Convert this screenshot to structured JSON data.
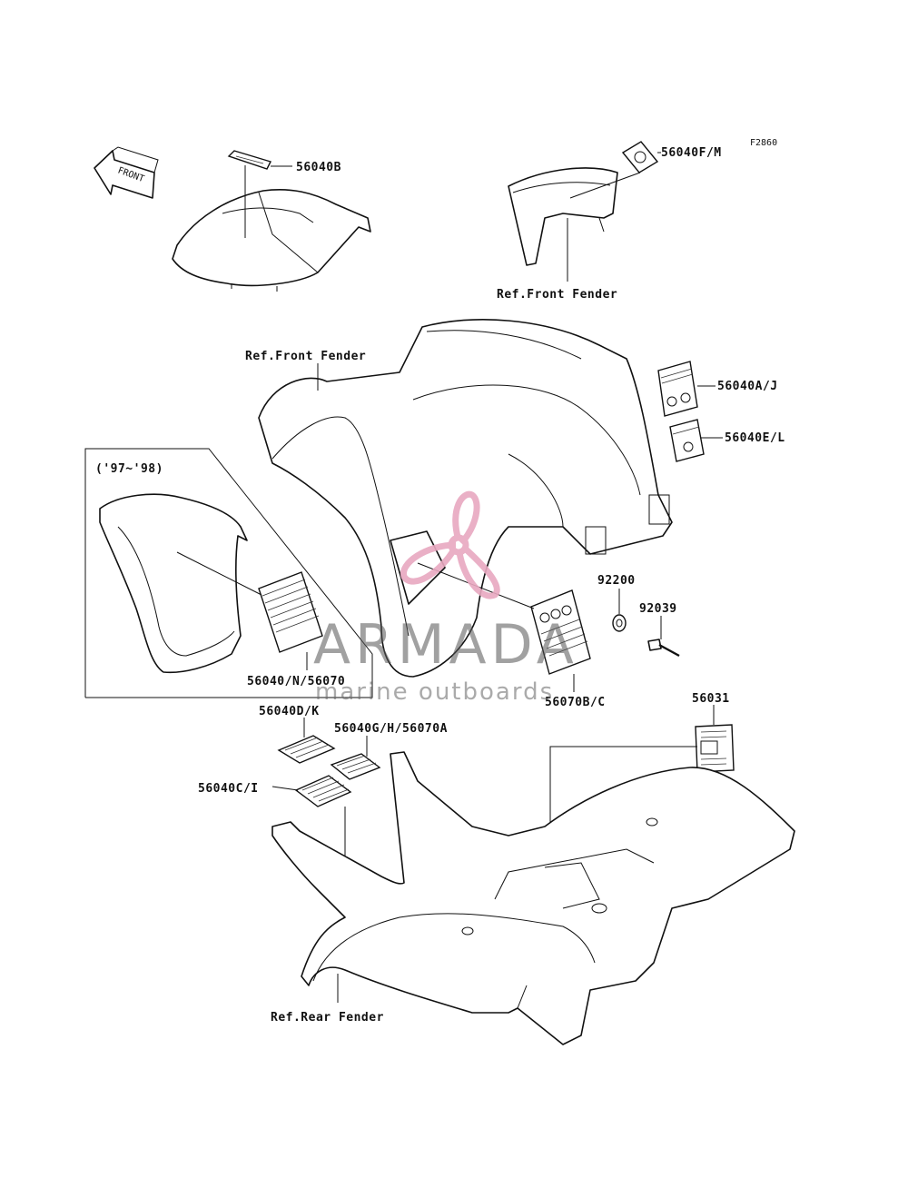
{
  "figure_code": "F2860",
  "front_arrow_text": "FRONT",
  "labels": {
    "p56040B": "56040B",
    "p56040FM": "56040F/M",
    "ref_front_fender_top": "Ref.Front Fender",
    "ref_front_fender_main": "Ref.Front Fender",
    "p56040AJ": "56040A/J",
    "p56040EL": "56040E/L",
    "year_range": "('97~'98)",
    "p92200": "92200",
    "p92039": "92039",
    "p56040N56070": "56040/N/56070",
    "p56070BC": "56070B/C",
    "p56031": "56031",
    "p56040DK": "56040D/K",
    "p56040GH56070A": "56040G/H/56070A",
    "p56040CI": "56040C/I",
    "ref_rear_fender": "Ref.Rear Fender"
  },
  "watermark": {
    "brand": "ARMADA",
    "tagline": "marine outboards",
    "brand_color": "#e8a8c0"
  }
}
